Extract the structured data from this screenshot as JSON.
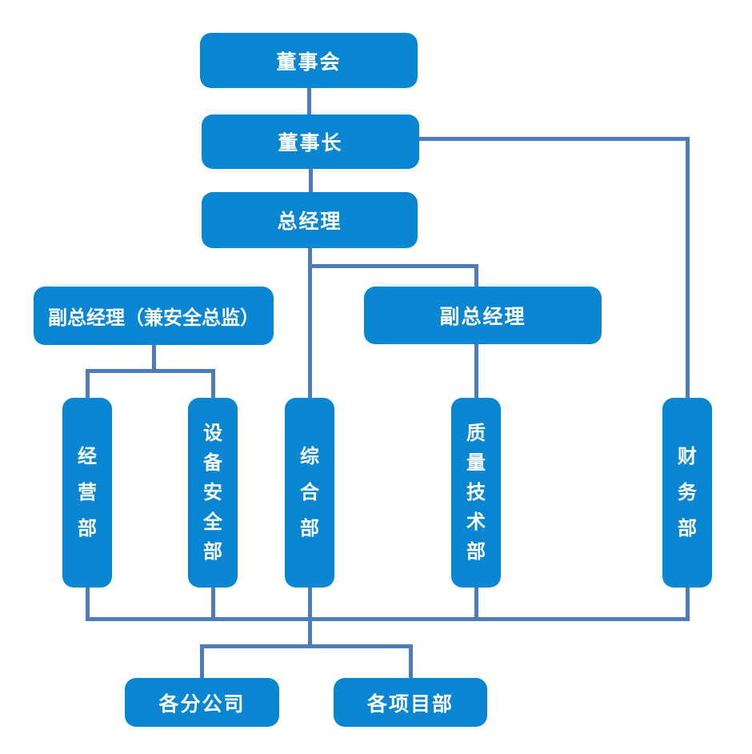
{
  "diagram": {
    "type": "org-chart",
    "background": "#ffffff",
    "colors": {
      "node_fill": "#0886d1",
      "node_text": "#ffffff",
      "connector": "#4e7bba"
    },
    "nodes": {
      "board": "董事会",
      "chairman": "董事长",
      "general_manager": "总经理",
      "deputy_gm_safety": "副总经理（兼安全总监）",
      "deputy_gm": "副总经理",
      "business_dept": "经营部",
      "equipment_safety_dept": "设备安全部",
      "general_dept": "综合部",
      "quality_tech_dept": "质量技术部",
      "finance_dept": "财务部",
      "branch_companies": "各分公司",
      "project_depts": "各项目部"
    },
    "edges": [
      {
        "from": "board",
        "to": "chairman"
      },
      {
        "from": "chairman",
        "to": "general_manager"
      },
      {
        "from": "chairman",
        "to": "finance_dept"
      },
      {
        "from": "general_manager",
        "to": "general_dept"
      },
      {
        "from": "general_manager",
        "to": "deputy_gm"
      },
      {
        "from": "deputy_gm",
        "to": "quality_tech_dept"
      },
      {
        "from": "deputy_gm_safety",
        "to": "business_dept"
      },
      {
        "from": "deputy_gm_safety",
        "to": "equipment_safety_dept"
      },
      {
        "from": "departments_bus",
        "to": "branch_companies"
      },
      {
        "from": "departments_bus",
        "to": "project_depts"
      }
    ]
  }
}
